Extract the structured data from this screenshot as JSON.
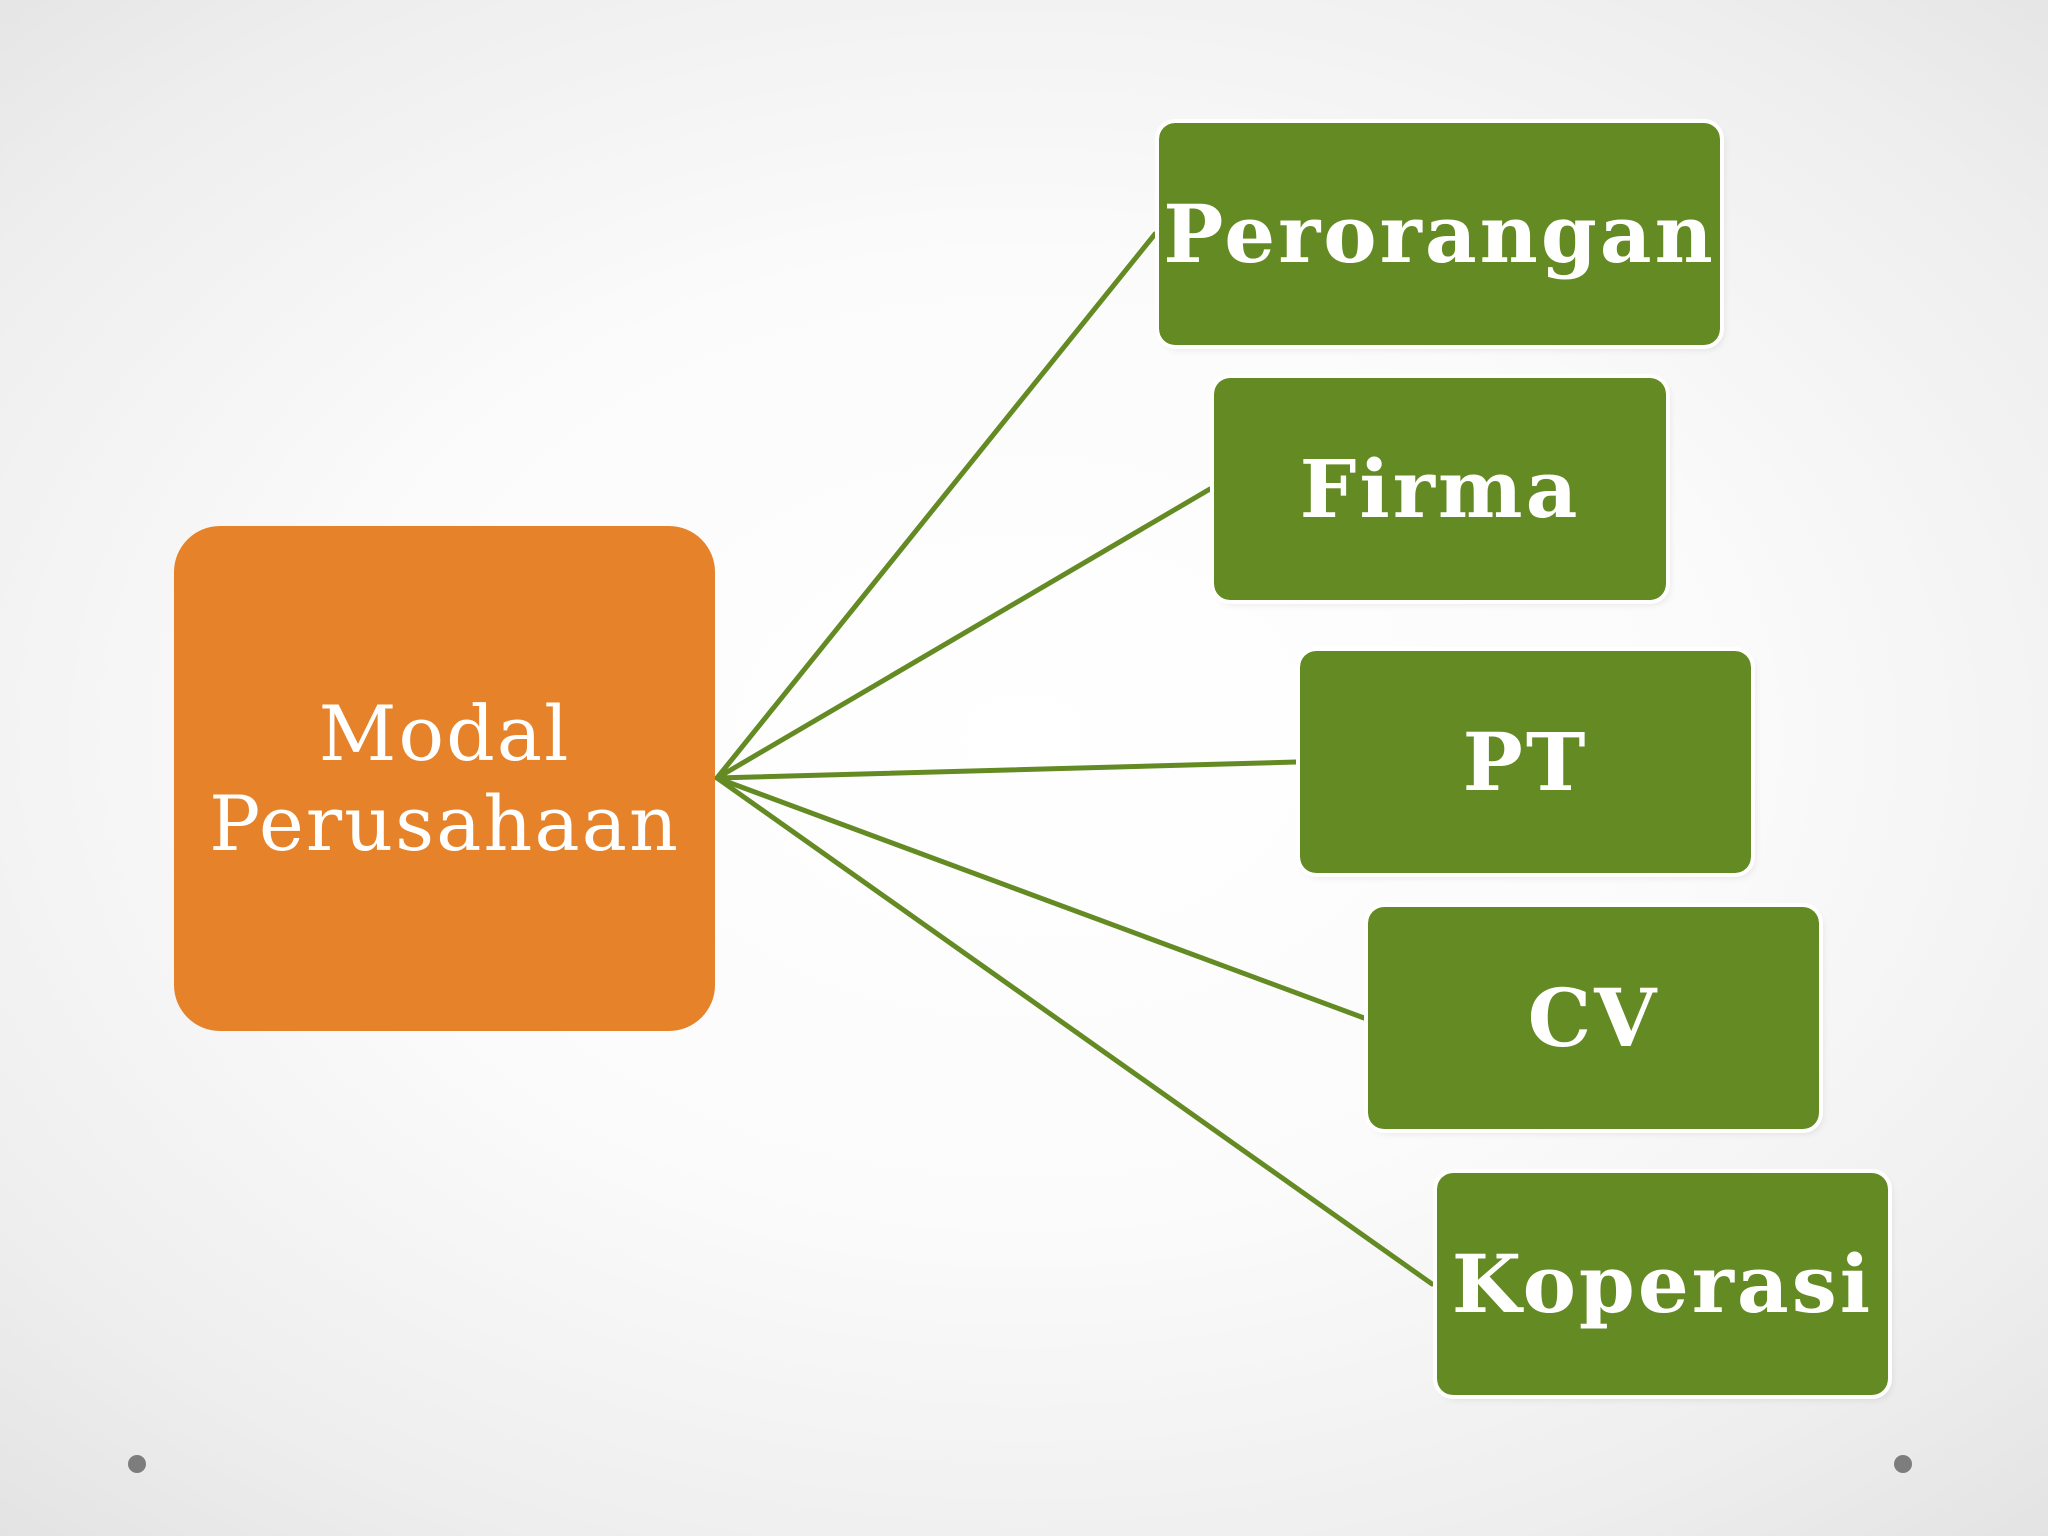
{
  "diagram": {
    "root": {
      "label": "Modal\nPerusahaan",
      "color": "#e6832a"
    },
    "children": [
      {
        "label": "Perorangan"
      },
      {
        "label": "Firma"
      },
      {
        "label": "PT"
      },
      {
        "label": "CV"
      },
      {
        "label": "Koperasi"
      }
    ],
    "child_color": "#648a23",
    "connector_color": "#648a23"
  }
}
